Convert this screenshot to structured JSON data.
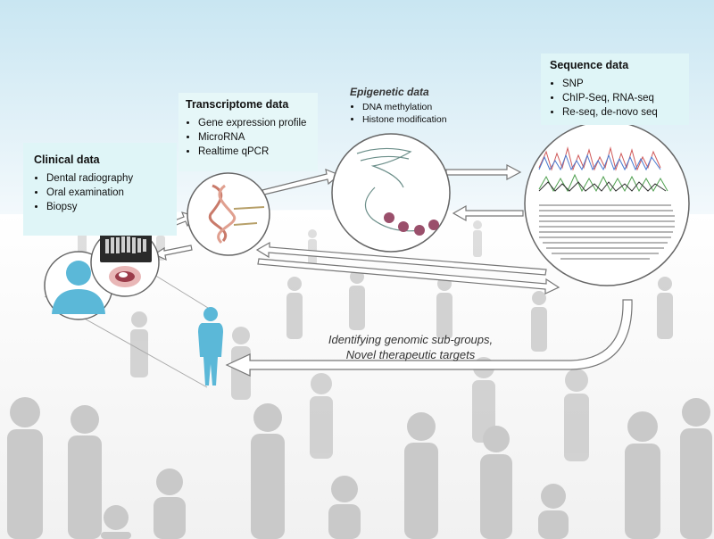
{
  "panels": {
    "clinical": {
      "title": "Clinical data",
      "items": [
        "Dental radiography",
        "Oral examination",
        "Biopsy"
      ]
    },
    "transcriptome": {
      "title": "Transcriptome data",
      "items": [
        "Gene expression profile",
        "MicroRNA",
        "Realtime qPCR"
      ]
    },
    "epigenetic": {
      "title": "Epigenetic data",
      "items": [
        "DNA methylation",
        "Histone modification"
      ]
    },
    "sequence": {
      "title": "Sequence data",
      "items": [
        "SNP",
        "ChIP-Seq, RNA-seq",
        "Re-seq, de-novo seq"
      ]
    }
  },
  "outcome": {
    "line1": "Identifying genomic sub-groups,",
    "line2": "Novel therapeutic targets"
  },
  "colors": {
    "sky_top": "#c9e6f2",
    "sky_bottom": "#eef7fb",
    "panel_bg": "#dff5f7",
    "person_blue": "#5bb8d8",
    "crowd_gray": "#c7c7c7",
    "arrow_outline": "#777777"
  }
}
